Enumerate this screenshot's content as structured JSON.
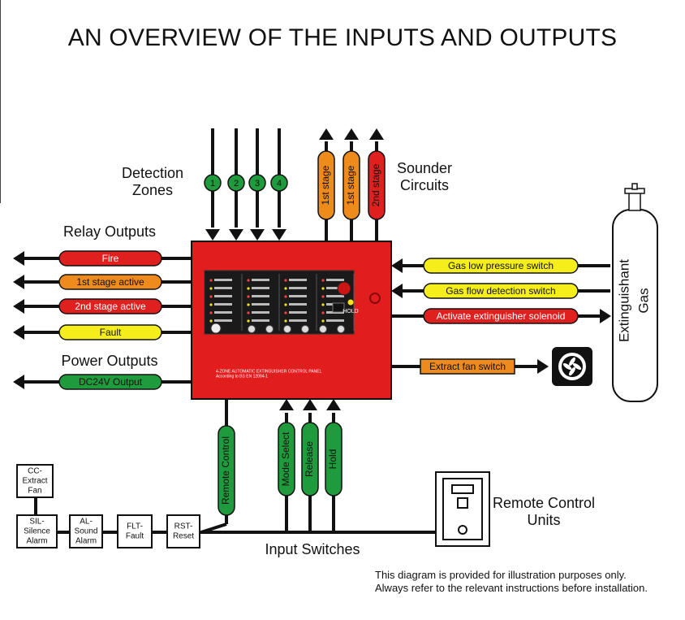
{
  "title": "AN OVERVIEW OF THE INPUTS AND OUTPUTS",
  "labels": {
    "detection_zones": "Detection Zones",
    "sounder_circuits": "Sounder Circuits",
    "relay_outputs": "Relay Outputs",
    "power_outputs": "Power Outputs",
    "input_switches": "Input Switches",
    "remote_units": "Remote Control Units",
    "extinguishant_gas_1": "Extinguishant",
    "extinguishant_gas_2": "Gas"
  },
  "zones": [
    "1",
    "2",
    "3",
    "4"
  ],
  "sounders": [
    "1st stage",
    "1st stage",
    "2nd stage"
  ],
  "relay_outputs": [
    "Fire",
    "1st stage active",
    "2nd stage active",
    "Fault"
  ],
  "power_outputs": [
    "DC24V Output"
  ],
  "right_inputs": [
    "Gas low pressure switch",
    "Gas flow detection switch"
  ],
  "right_outputs": [
    "Activate extinguisher solenoid",
    "Extract fan switch"
  ],
  "input_switches": [
    "Mode Select",
    "Release",
    "Hold"
  ],
  "remote_control": "Remote Control",
  "remote_boxes": {
    "cc": [
      "CC-",
      "Extract",
      "Fan"
    ],
    "sil": [
      "SIL-",
      "Silence",
      "Alarm"
    ],
    "al": [
      "AL-",
      "Sound",
      "Alarm"
    ],
    "flt": [
      "FLT-",
      "Fault"
    ],
    "rst": [
      "RST-",
      "Reset"
    ]
  },
  "panel": {
    "caption1": "4-ZONE AUTOMATIC EXTINGUISHER CONTROL PANEL",
    "caption2": "According to BS EN 12094-1",
    "hold": "HOLD"
  },
  "footer": [
    "This diagram is provided for illustration purposes only.",
    "Always refer to the relevant instructions before installation."
  ],
  "colors": {
    "panel_red": "#e11d1d",
    "green": "#1f9a3c",
    "orange": "#ef8a1c",
    "yellow": "#f5ee1a",
    "red": "#e01f1f"
  }
}
